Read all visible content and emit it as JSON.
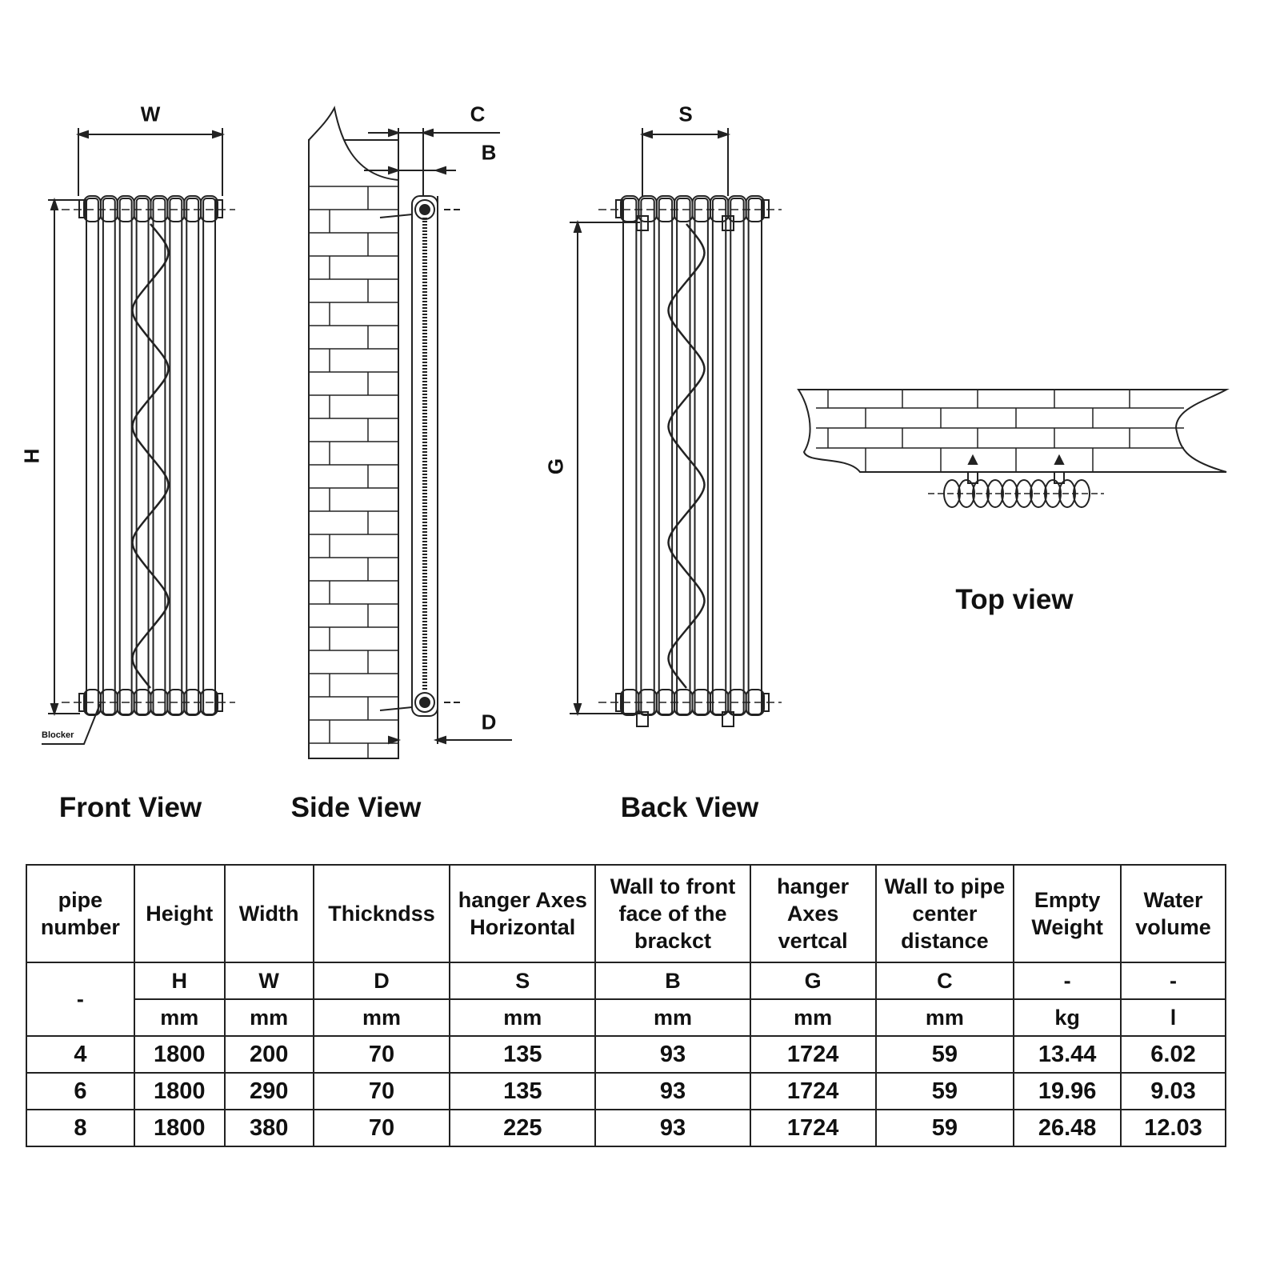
{
  "labels": {
    "W": "W",
    "H": "H",
    "C": "C",
    "B": "B",
    "D": "D",
    "S": "S",
    "G": "G",
    "blocker": "Blocker"
  },
  "views": {
    "front": "Front View",
    "side": "Side View",
    "back": "Back View",
    "top": "Top view"
  },
  "table": {
    "headers": [
      "pipe number",
      "Height",
      "Width",
      "Thickndss",
      "hanger Axes Horizontal",
      "Wall to front face of the brackct",
      "hanger Axes vertcal",
      "Wall to pipe center distance",
      "Empty Weight",
      "Water volume"
    ],
    "symbols": [
      "-",
      "H",
      "W",
      "D",
      "S",
      "B",
      "G",
      "C",
      "-",
      "-"
    ],
    "units": [
      "mm",
      "mm",
      "mm",
      "mm",
      "mm",
      "mm",
      "mm",
      "kg",
      "l"
    ],
    "rows": [
      [
        "4",
        "1800",
        "200",
        "70",
        "135",
        "93",
        "1724",
        "59",
        "13.44",
        "6.02"
      ],
      [
        "6",
        "1800",
        "290",
        "70",
        "135",
        "93",
        "1724",
        "59",
        "19.96",
        "9.03"
      ],
      [
        "8",
        "1800",
        "380",
        "70",
        "225",
        "93",
        "1724",
        "59",
        "26.48",
        "12.03"
      ]
    ]
  }
}
